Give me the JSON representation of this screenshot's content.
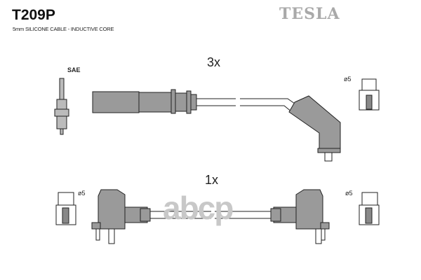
{
  "header": {
    "part_number": "T209P",
    "description": "5mm SILICONE CABLE - INDUCTIVE CORE",
    "brand": "TESLA"
  },
  "top_lead": {
    "quantity": "3x",
    "plug_label": "SAE",
    "terminal_label": "ø5"
  },
  "bottom_lead": {
    "quantity": "1x",
    "left_terminal_label": "ø5",
    "right_terminal_label": "ø5"
  },
  "watermark": "abcp",
  "colors": {
    "boot": "#9a9a9a",
    "outline": "#222222",
    "brand": "#a9a9a9"
  }
}
